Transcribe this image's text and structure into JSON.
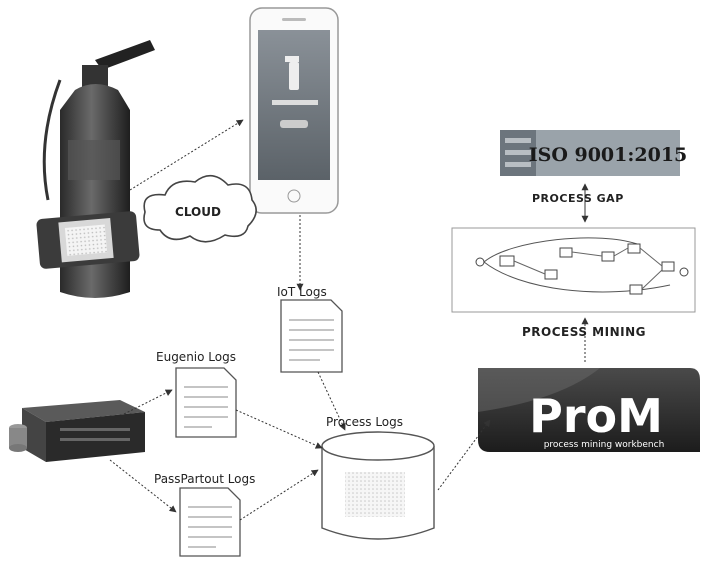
{
  "diagram": {
    "cloud_label": "CLOUD",
    "iot_logs_label": "IoT Logs",
    "eugenio_logs_label": "Eugenio Logs",
    "passpartout_logs_label": "PassPartout Logs",
    "process_logs_label": "Process Logs",
    "process_mining_label": "PROCESS MINING",
    "process_gap_label": "PROCESS GAP",
    "iso_label": "ISO 9001:2015",
    "prom_logo_text": "ProM",
    "prom_tagline": "process mining workbench"
  },
  "icons": [
    "fire-extinguisher-icon",
    "nfc-tag-icon",
    "smartphone-icon",
    "cloud-icon",
    "server-icon",
    "database-icon",
    "document-icon",
    "process-model-icon"
  ]
}
